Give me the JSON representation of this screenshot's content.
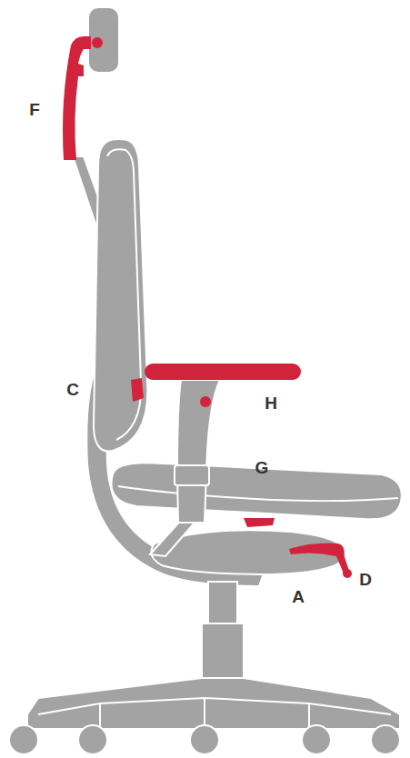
{
  "diagram": {
    "labels": [
      "F",
      "C",
      "H",
      "G",
      "D",
      "A"
    ]
  }
}
